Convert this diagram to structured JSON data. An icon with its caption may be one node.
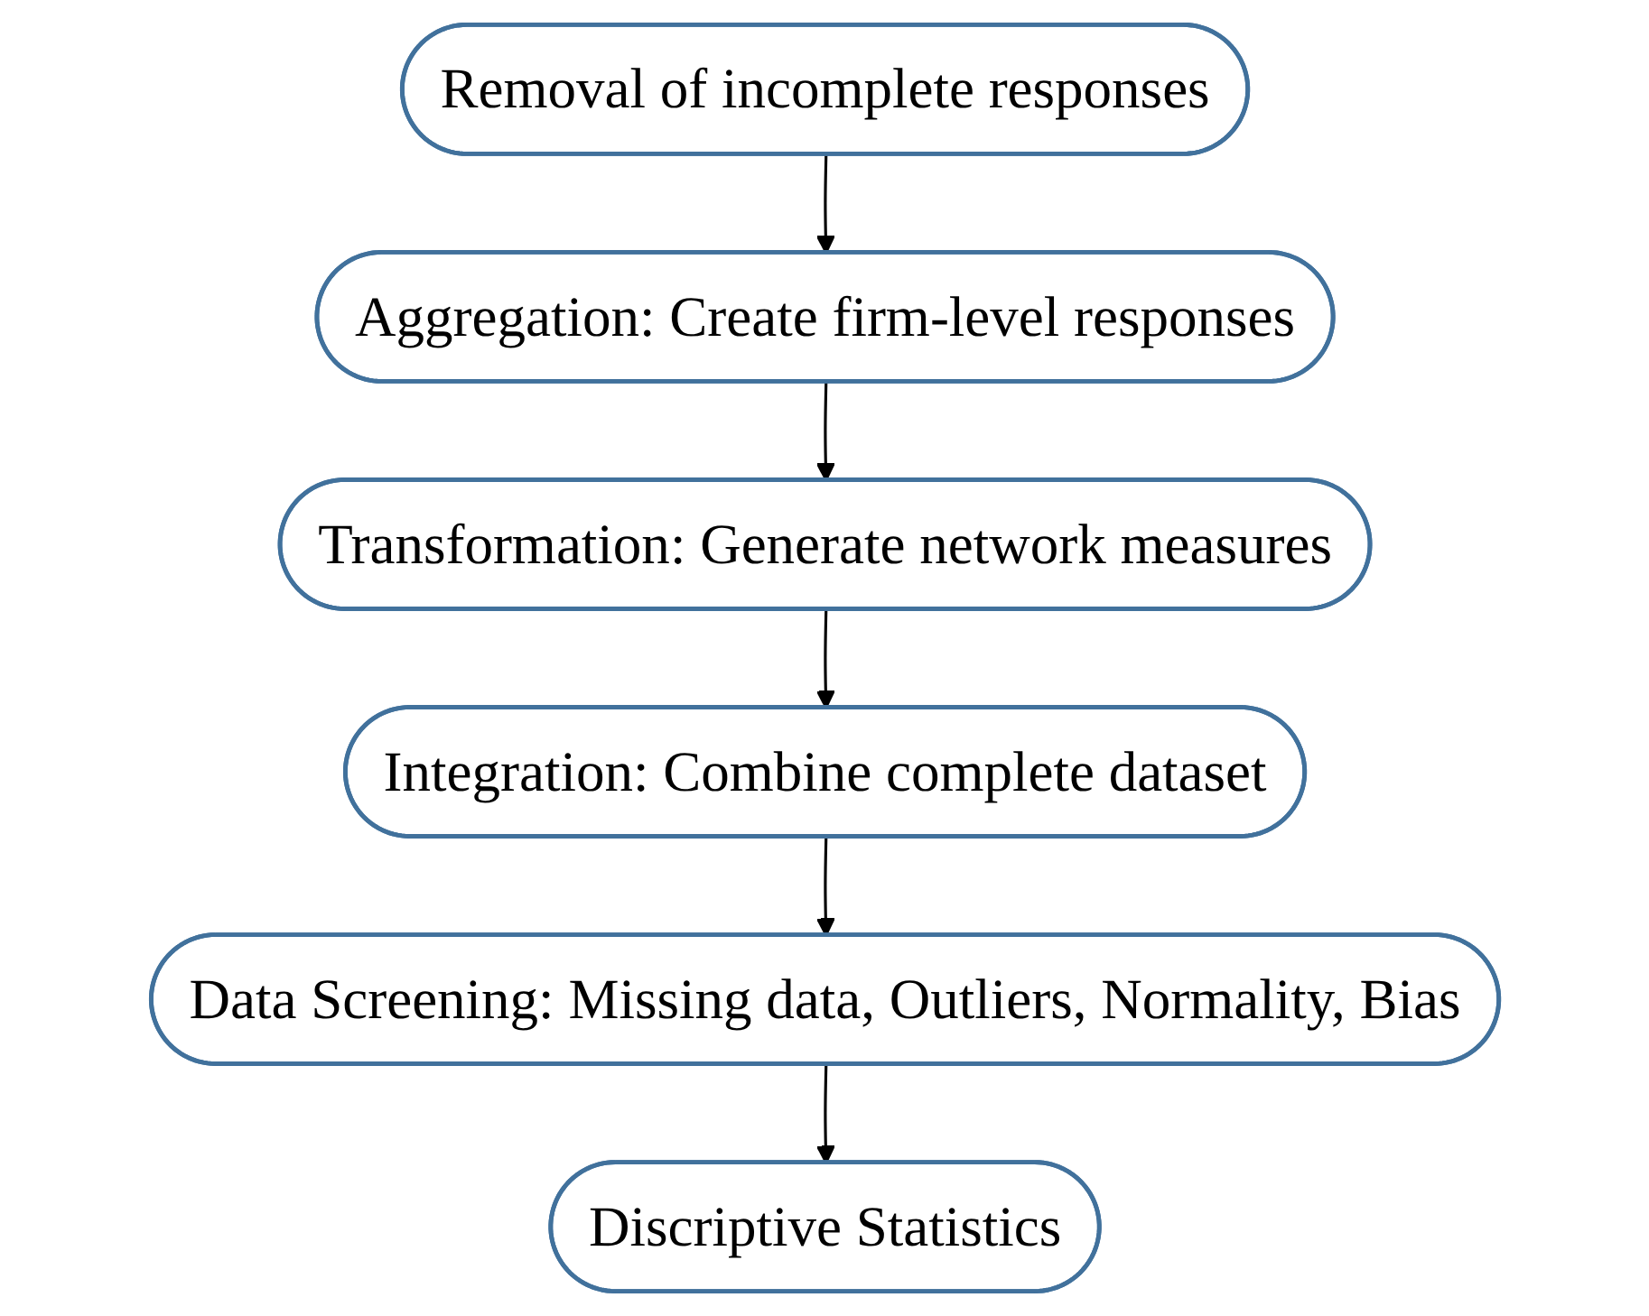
{
  "diagram": {
    "nodes": [
      {
        "text": [
          "Removal of incomplete responses"
        ]
      },
      {
        "text": [
          "Aggregation: Create firm-level responses"
        ]
      },
      {
        "text": [
          "Transformation: Generate network measures"
        ]
      },
      {
        "text": [
          "Integration: Combine complete dataset"
        ]
      },
      {
        "text": [
          "Data Screening: Missing data, Outliers, Normality, Bias"
        ]
      },
      {
        "text": [
          "Discriptive Statistics"
        ]
      }
    ],
    "edges": [
      {
        "from": 0,
        "to": 1,
        "arrow": "to"
      },
      {
        "from": 1,
        "to": 2,
        "arrow": "to"
      },
      {
        "from": 2,
        "to": 3,
        "arrow": "to"
      },
      {
        "from": 3,
        "to": 4,
        "arrow": "to"
      },
      {
        "from": 4,
        "to": 5,
        "arrow": "to"
      }
    ]
  }
}
